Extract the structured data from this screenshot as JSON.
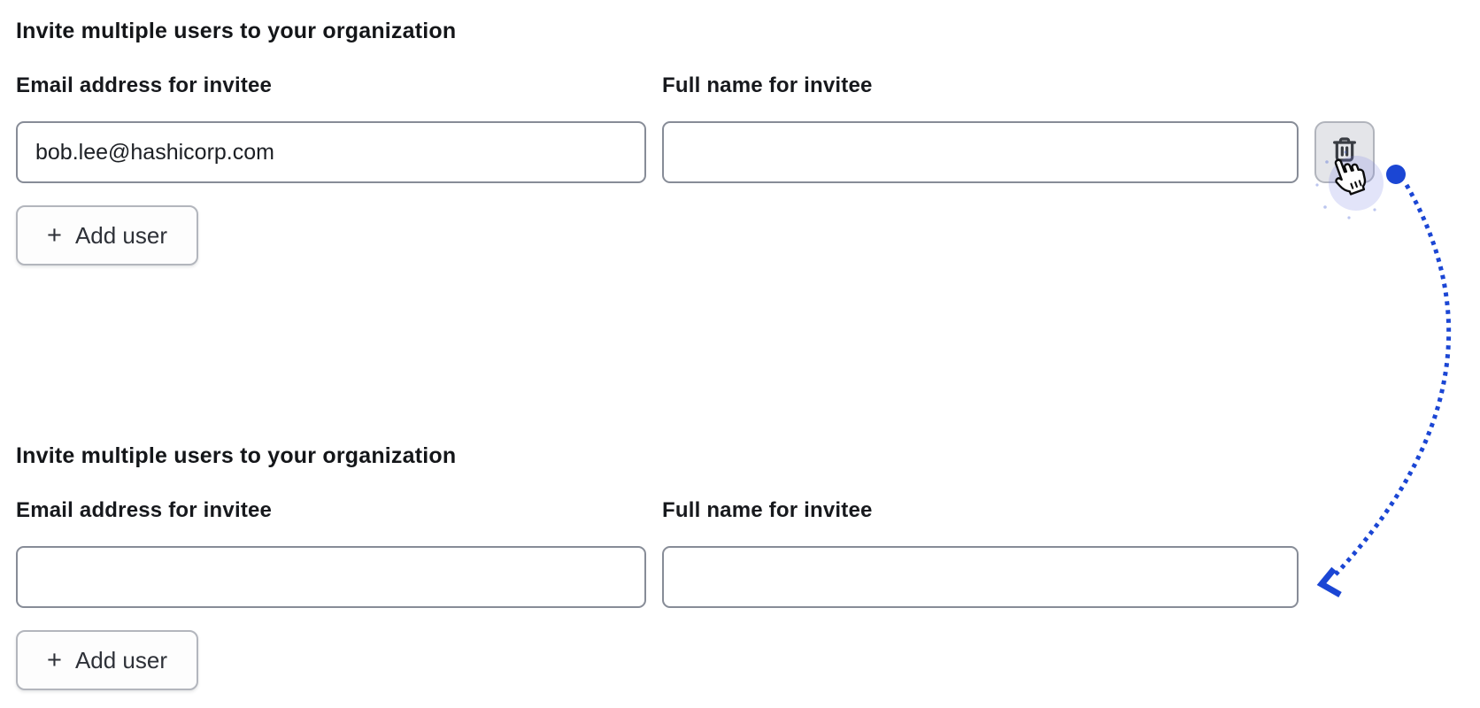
{
  "page": {
    "background": "#ffffff"
  },
  "colors": {
    "accent_blue": "#1b46d4",
    "halo": "rgba(122,133,228,0.22)",
    "speckle": "rgba(60,90,210,0.35)",
    "input_border": "#878c97",
    "heading_text": "#141619"
  },
  "forms": [
    {
      "heading": "Invite multiple users to your organization",
      "email": {
        "label": "Email address for invitee",
        "value": "bob.lee@hashicorp.com"
      },
      "full_name": {
        "label": "Full name for invitee",
        "value": ""
      },
      "add_user": {
        "plus": "+",
        "label": "Add user"
      }
    },
    {
      "heading": "Invite multiple users to your organization",
      "email": {
        "label": "Email address for invitee",
        "value": ""
      },
      "full_name": {
        "label": "Full name for invitee",
        "value": ""
      },
      "add_user": {
        "plus": "+",
        "label": "Add user"
      }
    }
  ],
  "icons": {
    "trash": "trash-can-outline",
    "plus": "+",
    "cursor": "hand-pointer",
    "arrow": "dotted-curved-arrow-with-origin-dot"
  }
}
